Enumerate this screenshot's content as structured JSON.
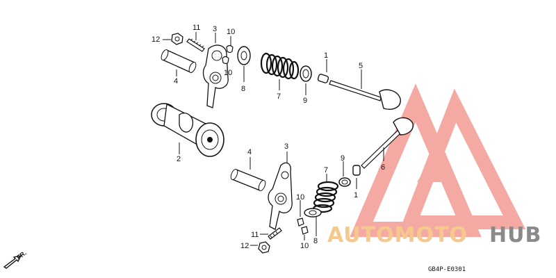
{
  "diagram": {
    "part_labels": {
      "upper": [
        "12",
        "11",
        "3",
        "10",
        "10",
        "4",
        "8",
        "7",
        "9",
        "1",
        "5",
        "2"
      ],
      "lower": [
        "4",
        "3",
        "9",
        "7",
        "6",
        "1",
        "10",
        "11",
        "12",
        "10",
        "8"
      ]
    },
    "diagram_code": "GB4P-E0301",
    "direction_marker": "FR."
  },
  "watermark": {
    "text_part1": "AUTOMOTO",
    "text_part2": "HUB",
    "colors": {
      "triangle": "#f4a09a",
      "auto_moto": "#f5c98e",
      "hub": "#8a8a8a"
    }
  }
}
